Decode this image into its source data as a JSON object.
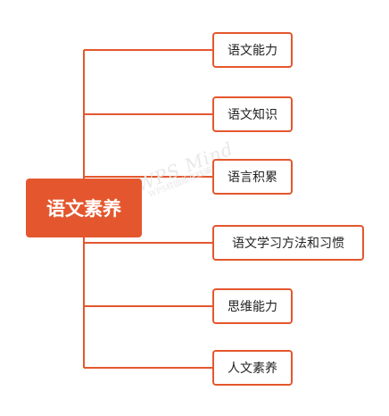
{
  "root": {
    "label": "语文素养"
  },
  "children": [
    {
      "label": "语文能力"
    },
    {
      "label": "语文知识"
    },
    {
      "label": "语言积累"
    },
    {
      "label": "语文学习方法和习惯"
    },
    {
      "label": "思维能力"
    },
    {
      "label": "人文素养"
    }
  ],
  "watermark": {
    "main": "WPS Mind",
    "sub": "WPS校园版在线编辑"
  },
  "colors": {
    "accent": "#E4572E",
    "text": "#222222",
    "background": "#FFFFFF"
  }
}
